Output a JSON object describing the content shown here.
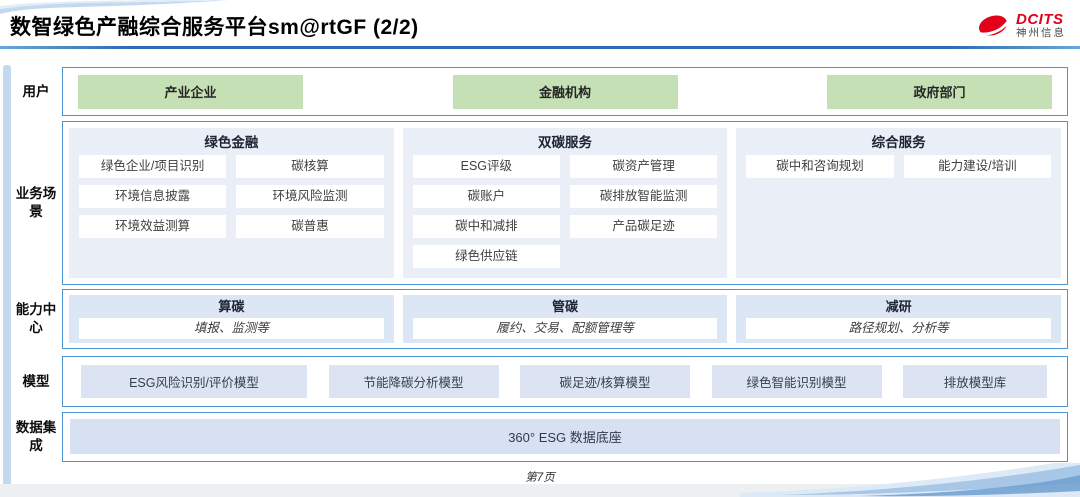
{
  "header": {
    "title": "数智绿色产融综合服务平台sm@rtGF (2/2)",
    "logo": {
      "name": "DCITS",
      "subtitle": "神州信息"
    }
  },
  "rows": {
    "users": {
      "label": "用户",
      "items": [
        "产业企业",
        "金融机构",
        "政府部门"
      ]
    },
    "scenarios": {
      "label": "业务场景",
      "columns": [
        {
          "title": "绿色金融",
          "items": [
            "绿色企业/项目识别",
            "碳核算",
            "环境信息披露",
            "环境风险监测",
            "环境效益测算",
            "碳普惠"
          ]
        },
        {
          "title": "双碳服务",
          "items": [
            "ESG评级",
            "碳资产管理",
            "碳账户",
            "碳排放智能监测",
            "碳中和减排",
            "产品碳足迹",
            "绿色供应链"
          ]
        },
        {
          "title": "综合服务",
          "items": [
            "碳中和咨询规划",
            "能力建设/培训"
          ]
        }
      ]
    },
    "capability": {
      "label": "能力中心",
      "columns": [
        {
          "title": "算碳",
          "detail": "填报、监测等"
        },
        {
          "title": "管碳",
          "detail": "履约、交易、配额管理等"
        },
        {
          "title": "减研",
          "detail": "路径规划、分析等"
        }
      ]
    },
    "models": {
      "label": "模型",
      "items": [
        "ESG风险识别/评价模型",
        "节能降碳分析模型",
        "碳足迹/核算模型",
        "绿色智能识别模型",
        "排放模型库"
      ]
    },
    "data_integration": {
      "label": "数据集成",
      "items": [
        "360° ESG 数据底座"
      ]
    }
  },
  "footer": {
    "page_label": "第7页"
  },
  "colors": {
    "accent_border": "#4e93d2",
    "title_rule": "#2a6db3",
    "user_box_green": "#c5e0b4",
    "scenario_panel": "#e9eef7",
    "capability_panel": "#dde6f4",
    "model_box": "#dce4f3",
    "data_box": "#d8e1f1",
    "logo_red": "#e2001a"
  }
}
